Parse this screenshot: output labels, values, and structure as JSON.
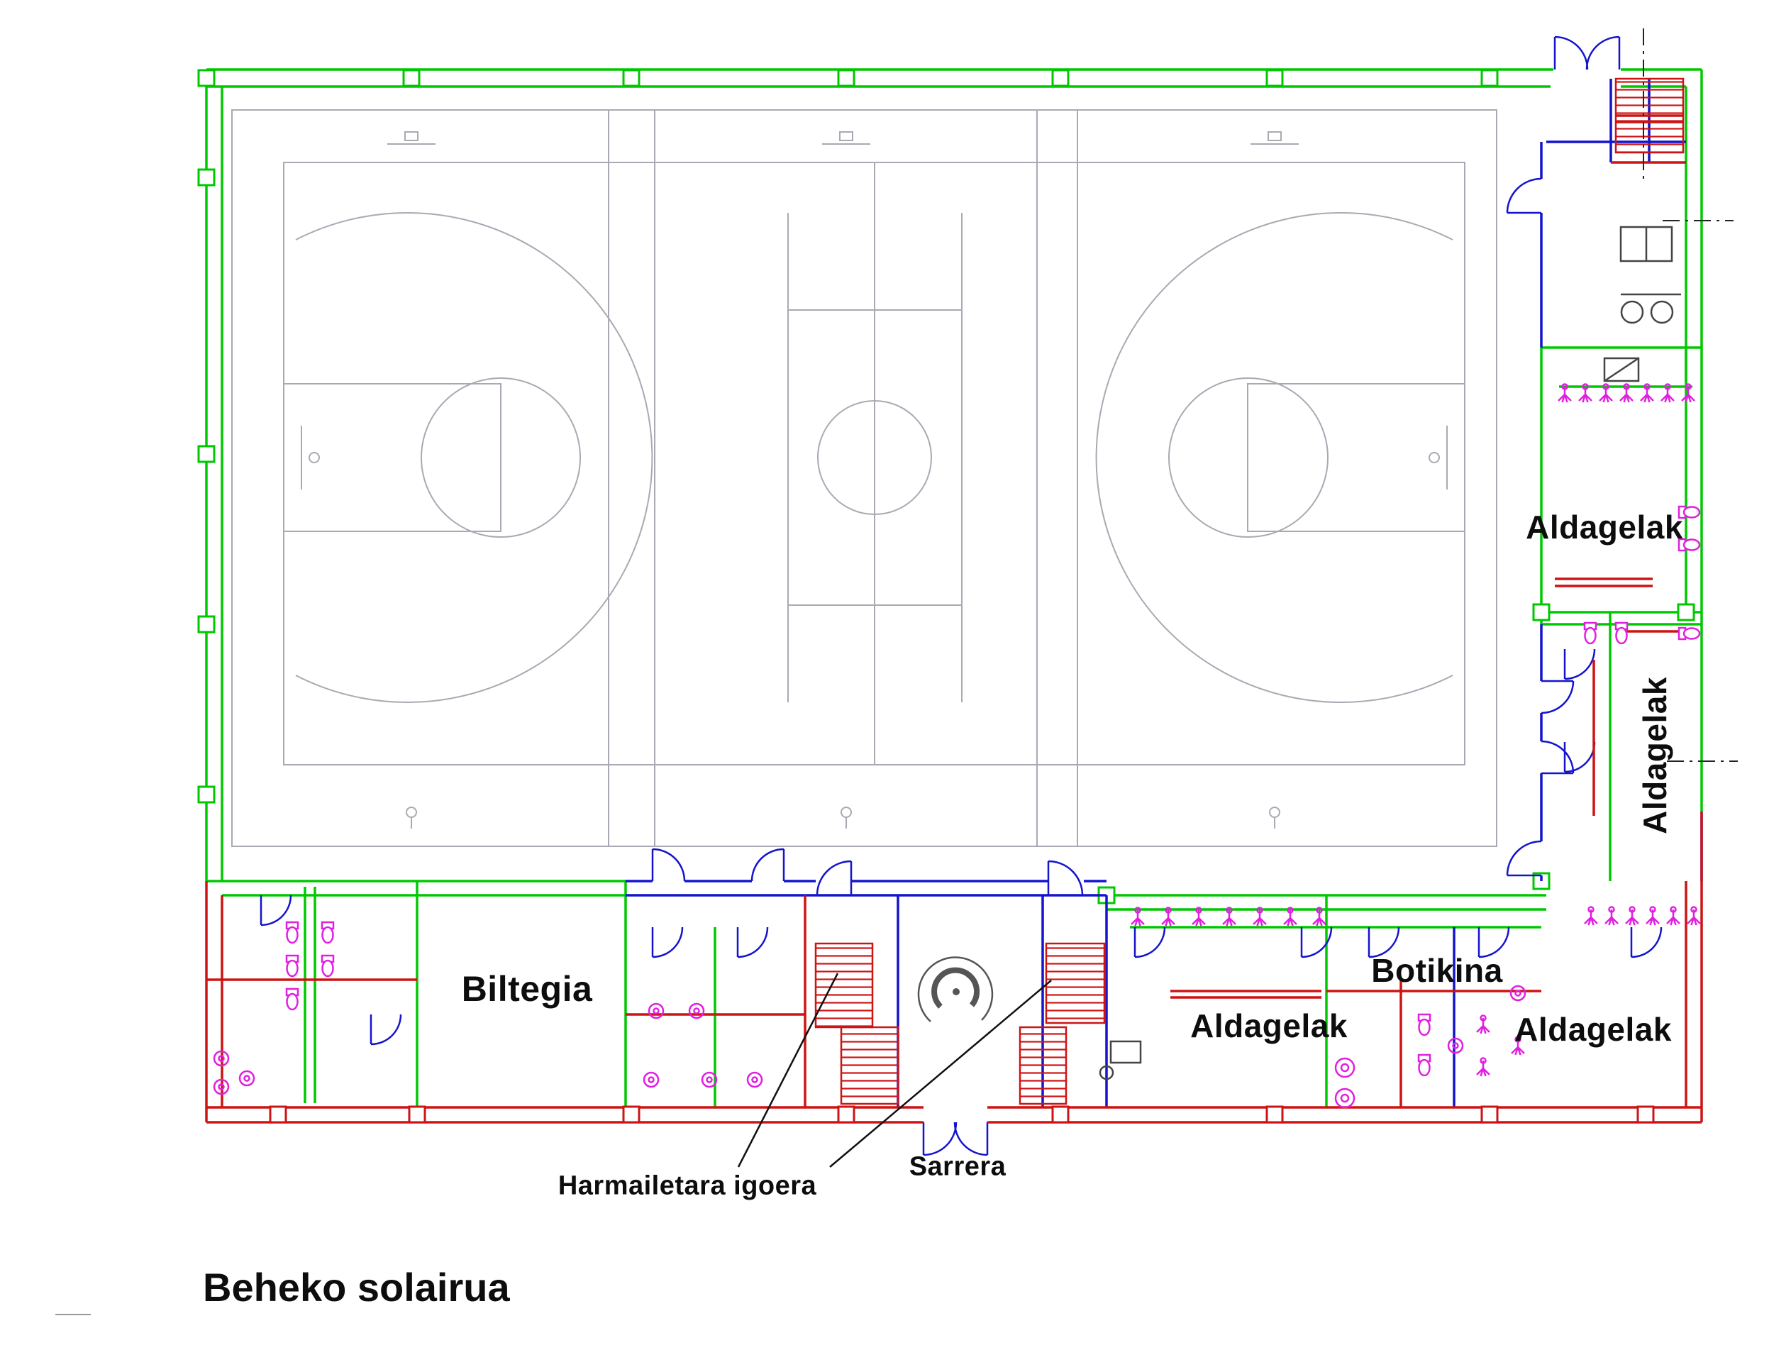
{
  "title": "Beheko solairua",
  "labels": {
    "aldagelak_right": "Aldagelak",
    "aldagelak_right_vertical": "Aldagelak",
    "biltegia": "Biltegia",
    "aldagelak_center": "Aldagelak",
    "botikina": "Botikina",
    "aldagelak_bottom_right": "Aldagelak",
    "sarrera": "Sarrera",
    "harmailetara_igoera": "Harmailetara igoera"
  },
  "colors": {
    "wall_green": "#00c800",
    "wall_blue": "#1414cd",
    "wall_red": "#cd1414",
    "fixture_magenta": "#e020e0",
    "court_gray": "#a9a9b3",
    "annotation_black": "#111111"
  }
}
